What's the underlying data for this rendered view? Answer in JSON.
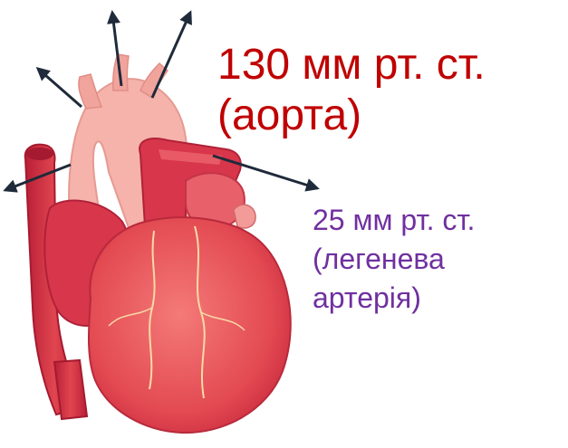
{
  "labels": {
    "aorta": {
      "line1": "130 мм рт. ст.",
      "line2": "(аорта)",
      "color": "#c00000"
    },
    "pulmonary_artery": {
      "line1": "25 мм рт. ст.",
      "line2": "(легенева",
      "line3": "артерія)",
      "color": "#7030a0"
    }
  },
  "colors": {
    "arrow": "#1f2a3a",
    "heart_dark": "#c8283c",
    "heart_mid": "#e0454f",
    "heart_light": "#f0908a",
    "heart_pale": "#f5b3ab",
    "vessel_line": "#f7d9a8"
  }
}
